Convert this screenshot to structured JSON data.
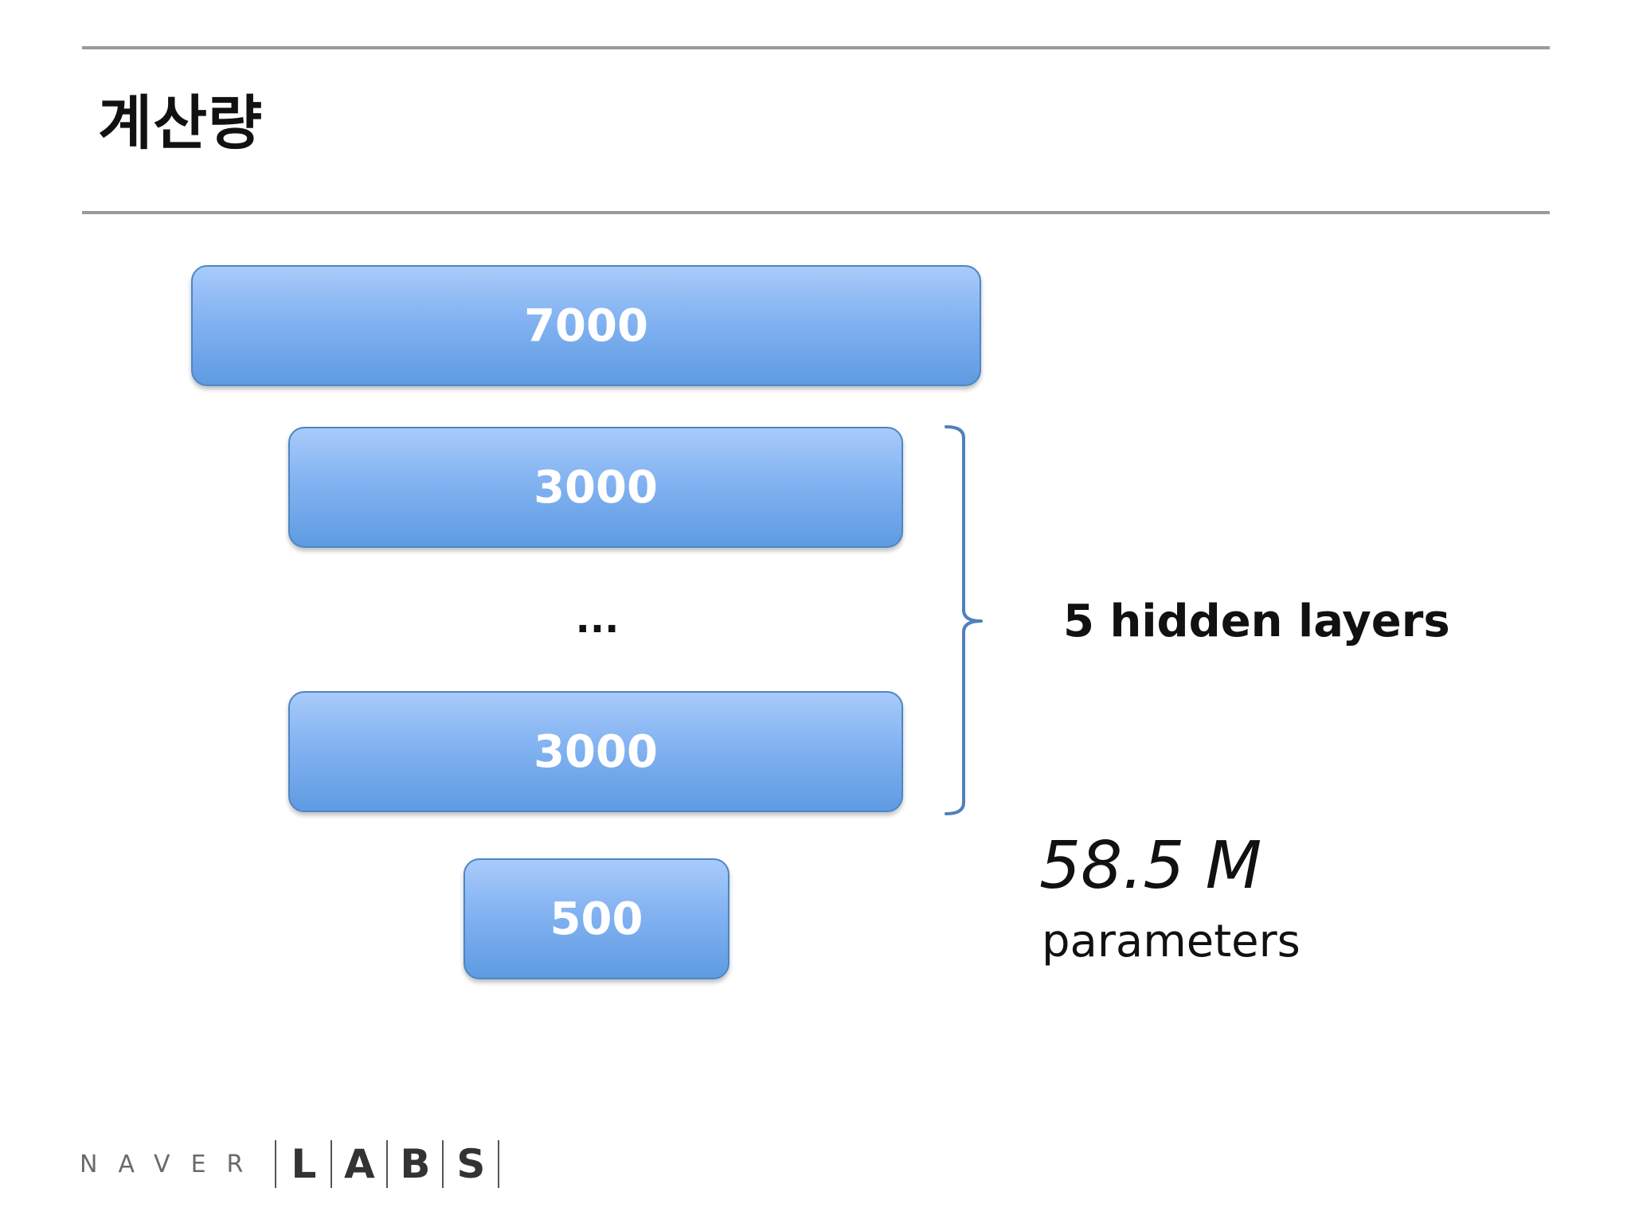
{
  "slide": {
    "title": "계산량"
  },
  "layers": {
    "input": "7000",
    "hidden_first": "3000",
    "ellipsis": "...",
    "hidden_last": "3000",
    "output": "500"
  },
  "annotation": {
    "hidden_label": "5 hidden layers",
    "param_count": "58.5 M",
    "param_unit": "parameters"
  },
  "logo": {
    "naver": "NAVER",
    "labs_letters": [
      "L",
      "A",
      "B",
      "S"
    ]
  },
  "colors": {
    "box_top": "#a9cbfb",
    "box_bottom": "#5e9be2",
    "box_border": "#4e86c4",
    "brace": "#4f81bd",
    "rule": "#9a9a9a"
  },
  "icons": {
    "brace": "right-curly-brace-icon"
  }
}
